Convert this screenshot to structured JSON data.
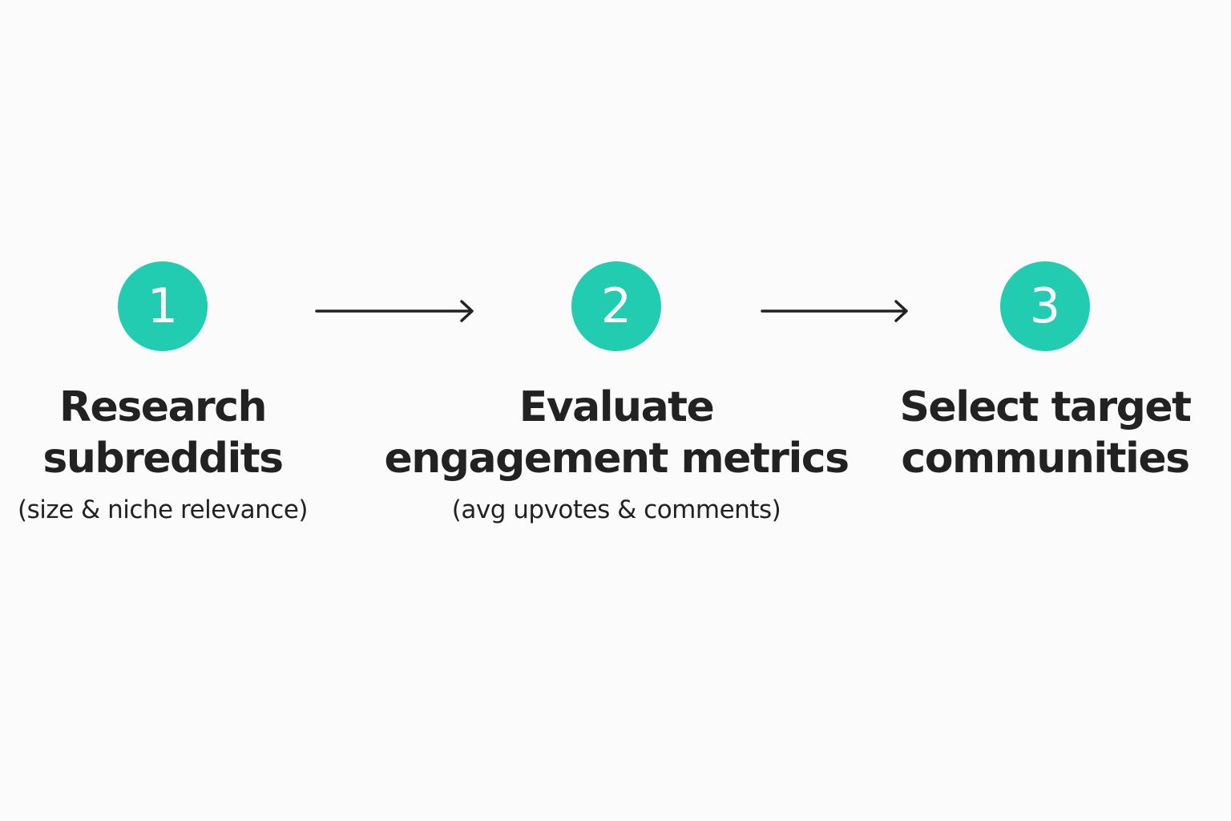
{
  "colors": {
    "accent": "#22ccb0",
    "text": "#222222",
    "background": "#fbfbfb"
  },
  "steps": [
    {
      "number": "1",
      "title_lines": [
        "Research",
        "subreddits"
      ],
      "subtitle": "(size & niche relevance)"
    },
    {
      "number": "2",
      "title_lines": [
        "Evaluate",
        "engagement metrics"
      ],
      "subtitle": "(avg upvotes & comments)"
    },
    {
      "number": "3",
      "title_lines": [
        "Select target",
        "communities"
      ],
      "subtitle": ""
    }
  ],
  "connectors": [
    {
      "from": "1",
      "to": "2",
      "icon": "arrow-right-icon"
    },
    {
      "from": "2",
      "to": "3",
      "icon": "arrow-right-icon"
    }
  ]
}
